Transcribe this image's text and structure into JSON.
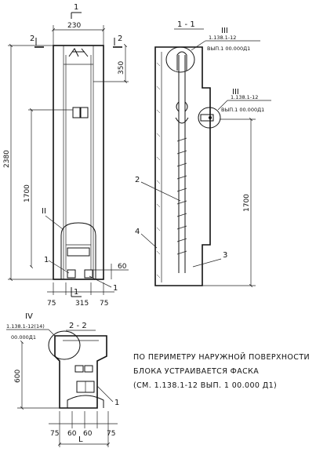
{
  "front_view": {
    "section_mark": "1",
    "cut_mark_left": "2",
    "cut_mark_right": "2",
    "dim_top_width": "230",
    "dim_total_height": "2380",
    "dim_top_offset": "350",
    "dim_mid_height": "1700",
    "dim_bottom_offset": "60",
    "dim_bottom_left": "75",
    "dim_bottom_center": "315",
    "dim_bottom_right": "75",
    "detail_mark": "II",
    "callout_left": "1",
    "callout_right": "1",
    "bottom_section_mark": "1"
  },
  "section_1_1": {
    "title": "1 - 1",
    "detail_top_mark": "III",
    "detail_top_ref_line1": "1.138.1-12",
    "detail_top_ref_line2": "ВЫП.1 00.000Д1",
    "detail_mid_mark": "III",
    "detail_mid_ref_line1": "1.138.1-12",
    "detail_mid_ref_line2": "ВЫП.1 00.000Д1",
    "callout_2": "2",
    "callout_3": "3",
    "callout_4": "4",
    "dim_height": "1700"
  },
  "section_2_2": {
    "title": "2 - 2",
    "detail_mark": "IV",
    "detail_ref_line1": "1.138.1-12(14)",
    "detail_ref_line2": "00.000Д1",
    "dim_height": "600",
    "callout_1": "1",
    "dim_b1": "75",
    "dim_b2": "60",
    "dim_b3": "60",
    "dim_b4": "75",
    "dim_length": "L"
  },
  "note": {
    "line1": "ПО ПЕРИМЕТРУ НАРУЖНОЙ ПОВЕРХНОСТИ",
    "line2": "БЛОКА УСТРАИВАЕТСЯ ФАСКА",
    "line3": "(СМ. 1.138.1-12  ВЫП. 1  00.000 Д1)"
  }
}
